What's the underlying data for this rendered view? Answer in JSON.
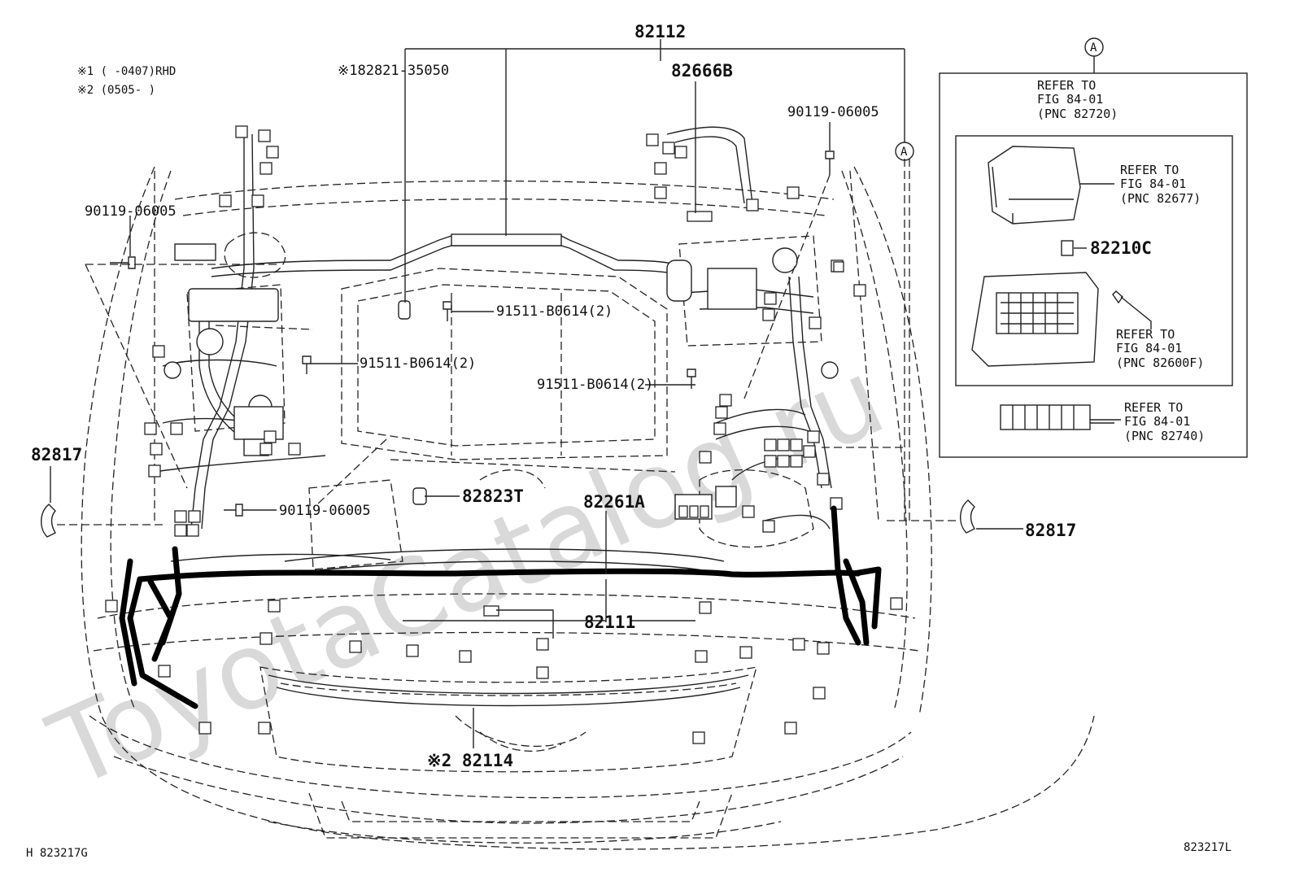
{
  "diagram": {
    "notes": [
      "※1 (    -0407)RHD",
      "※2 (0505-    )"
    ],
    "labels": {
      "p82112": "82112",
      "p82821": "※182821-35050",
      "p82666B": "82666B",
      "p90119_top": "90119-06005",
      "p90119_left": "90119-06005",
      "p90119_mid": "90119-06005",
      "p91511_a": "91511-B0614(2)",
      "p91511_b": "91511-B0614(2)",
      "p91511_c": "91511-B0614(2)",
      "p82817_left": "82817",
      "p82817_right": "82817",
      "p82823T": "82823T",
      "p82261A": "82261A",
      "p82111": "82111",
      "p82114": "※2 82114",
      "p82210C": "82210C"
    },
    "callout_letter": "A",
    "refer_boxes": [
      {
        "line1": "REFER TO",
        "line2": "FIG 84-01",
        "line3": "(PNC 82720)"
      },
      {
        "line1": "REFER TO",
        "line2": "FIG 84-01",
        "line3": "(PNC 82677)"
      },
      {
        "line1": "REFER TO",
        "line2": "FIG 84-01",
        "line3": "(PNC 82600F)"
      },
      {
        "line1": "REFER TO",
        "line2": "FIG 84-01",
        "line3": "(PNC 82740)"
      }
    ],
    "bottom_left_code": "H 823217G",
    "bottom_right_code": "823217L",
    "watermark": "ToyotaCatalog.ru"
  }
}
